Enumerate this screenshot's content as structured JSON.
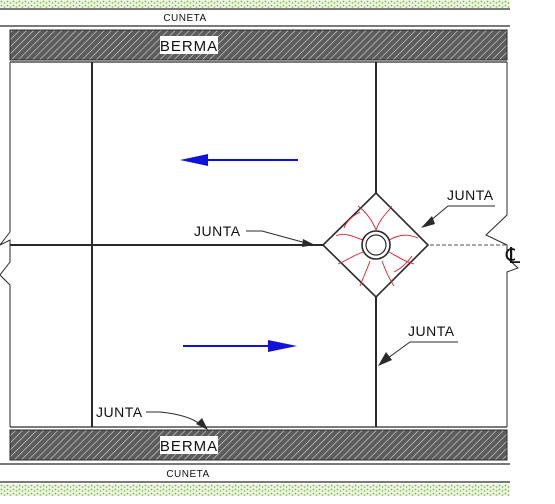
{
  "labels": {
    "cuneta_top": "CUNETA",
    "berma_top": "BERMA",
    "berma_bottom": "BERMA",
    "cuneta_bottom": "CUNETA",
    "junta_center_left": "JUNTA",
    "junta_right_top": "JUNTA",
    "junta_right_bottom": "JUNTA",
    "junta_bottom_left": "JUNTA",
    "centerline_symbol": "℄"
  },
  "colors": {
    "arrow": "#1212d8",
    "crack": "#e0202a",
    "line": "#2a2a2a",
    "grass": "#7fb55a"
  }
}
